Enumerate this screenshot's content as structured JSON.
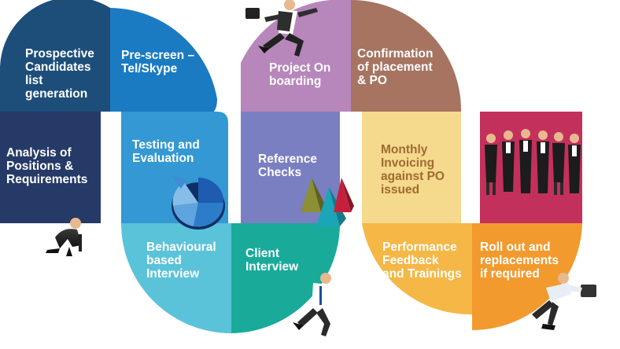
{
  "colors": {
    "prospective": "#1d4e7a",
    "analysis": "#253a66",
    "prescreen": "#1a7bc2",
    "testing": "#3398d3",
    "behavioural": "#5bc3d9",
    "client": "#1aaa9a",
    "reference": "#7a7fc1",
    "project": "#b786bb",
    "confirmation": "#a67461",
    "monthly": "#f5d98c",
    "performance": "#f5b746",
    "rollout": "#f29a2e",
    "team_bg": "#c4305c"
  },
  "steps": [
    {
      "id": "analysis",
      "lines": [
        "Analysis of",
        "Positions &",
        "Requirements"
      ]
    },
    {
      "id": "prospective",
      "lines": [
        "Prospective",
        "Candidates",
        "list",
        "generation"
      ]
    },
    {
      "id": "prescreen",
      "lines": [
        "Pre-screen –",
        "Tel/Skype"
      ]
    },
    {
      "id": "testing",
      "lines": [
        "Testing and",
        "Evaluation"
      ]
    },
    {
      "id": "behavioural",
      "lines": [
        "Behavioural",
        "based",
        "Interview"
      ]
    },
    {
      "id": "client",
      "lines": [
        "Client",
        "Interview"
      ]
    },
    {
      "id": "reference",
      "lines": [
        "Reference",
        "Checks"
      ]
    },
    {
      "id": "project",
      "lines": [
        "Project On",
        "boarding"
      ]
    },
    {
      "id": "confirmation",
      "lines": [
        "Confirmation",
        "of placement",
        "& PO"
      ]
    },
    {
      "id": "monthly",
      "lines": [
        "Monthly",
        "Invoicing",
        "against PO",
        "issued"
      ]
    },
    {
      "id": "performance",
      "lines": [
        "Performance",
        "Feedback",
        "and Trainings"
      ]
    },
    {
      "id": "rollout",
      "lines": [
        "Roll out and",
        "replacements",
        "if required"
      ]
    }
  ],
  "icons": [
    "crouching-businessman-icon",
    "running-businessman-icon",
    "pie-chart-icon",
    "pyramids-icon",
    "business-team-icon"
  ]
}
